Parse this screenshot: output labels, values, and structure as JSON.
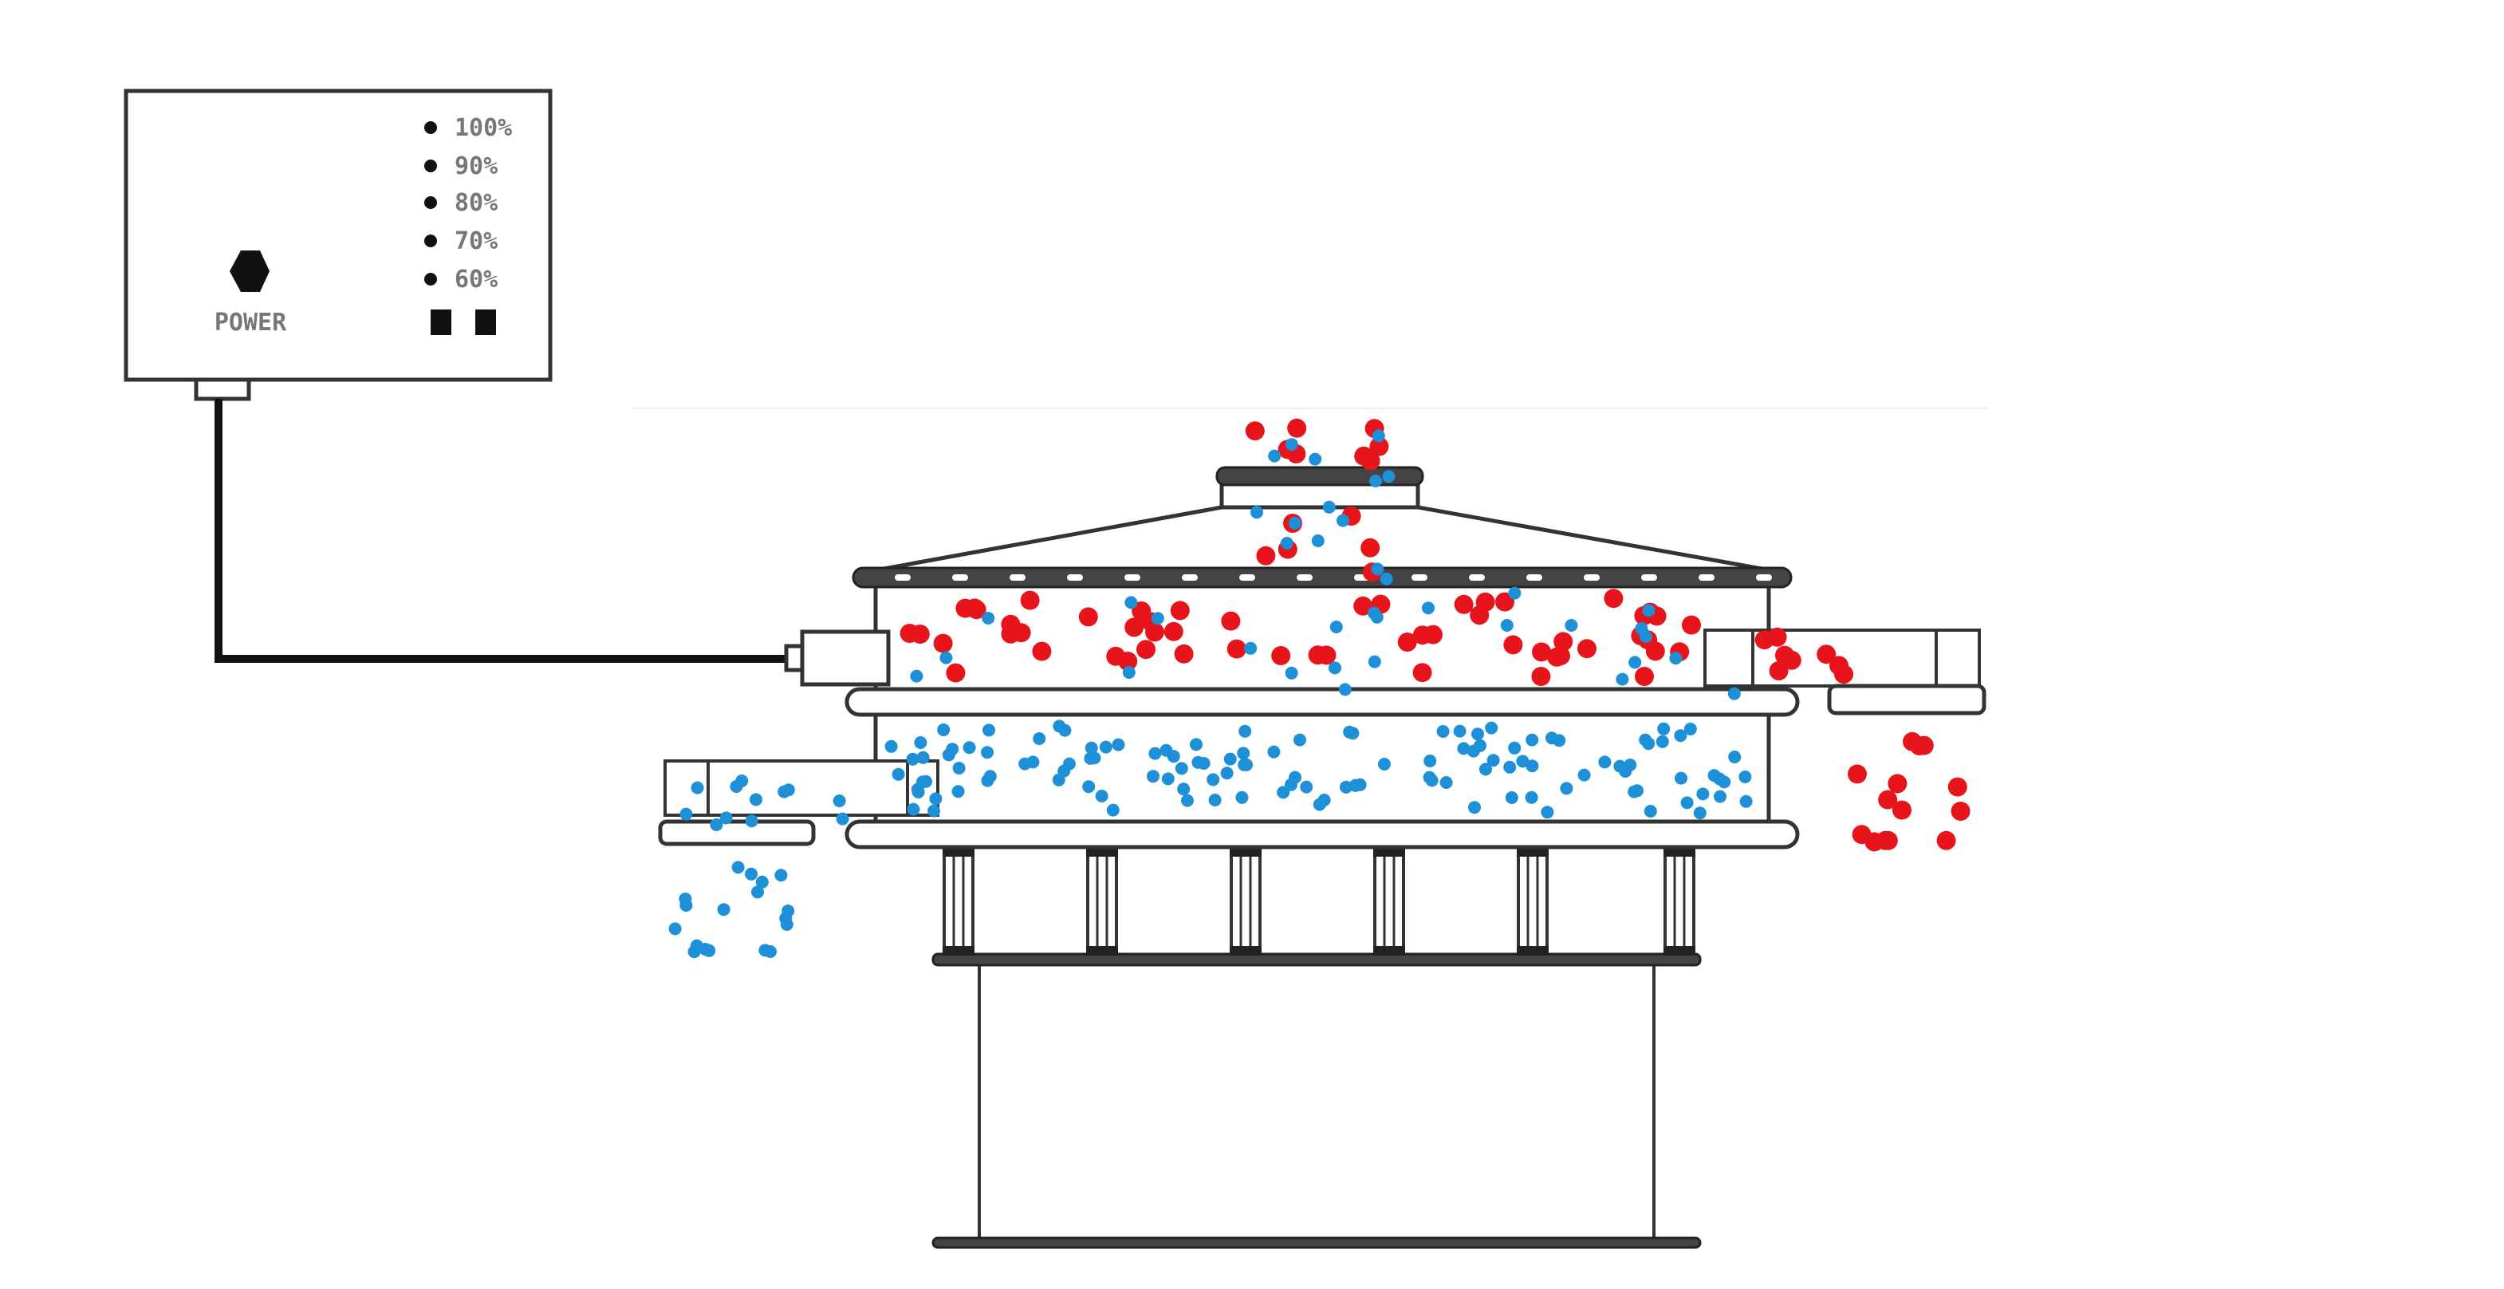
{
  "control_box": {
    "levels": [
      "100%",
      "90%",
      "80%",
      "70%",
      "60%"
    ],
    "knob_label": "POWER"
  },
  "colors": {
    "coarse_particles": "#e8141c",
    "fine_particles": "#1e90d8",
    "outline": "#333333"
  }
}
